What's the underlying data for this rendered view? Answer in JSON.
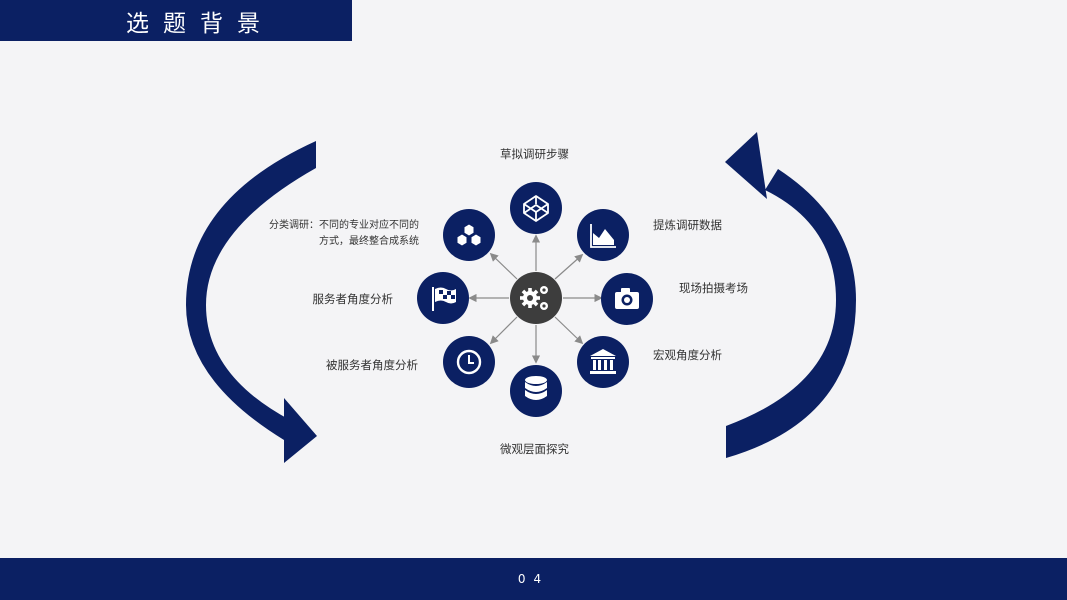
{
  "header": {
    "title": "选题背景"
  },
  "footer": {
    "page_number": "04"
  },
  "diagram": {
    "nodes": {
      "top": {
        "label": "草拟调研步骤",
        "icon": "codepen-cube-icon"
      },
      "top_right": {
        "label": "提炼调研数据",
        "icon": "area-chart-icon"
      },
      "right": {
        "label": "现场拍摄考场",
        "icon": "camera-icon"
      },
      "bottom_right": {
        "label": "宏观角度分析",
        "icon": "bank-building-icon"
      },
      "bottom": {
        "label": "微观层面探究",
        "icon": "database-icon"
      },
      "bottom_left": {
        "label": "被服务者角度分析",
        "icon": "clock-icon"
      },
      "left": {
        "label": "服务者角度分析",
        "icon": "flag-icon"
      },
      "top_left": {
        "label_line1": "分类调研：不同的专业对应不同的",
        "label_line2": "方式，最终整合成系统",
        "icon": "cubes-icon"
      }
    },
    "center_icon": "gears-icon",
    "colors": {
      "navy": "#0b2063",
      "hub": "#3d3d3d",
      "arrow": "#8a8a8a",
      "text": "#333333"
    }
  }
}
